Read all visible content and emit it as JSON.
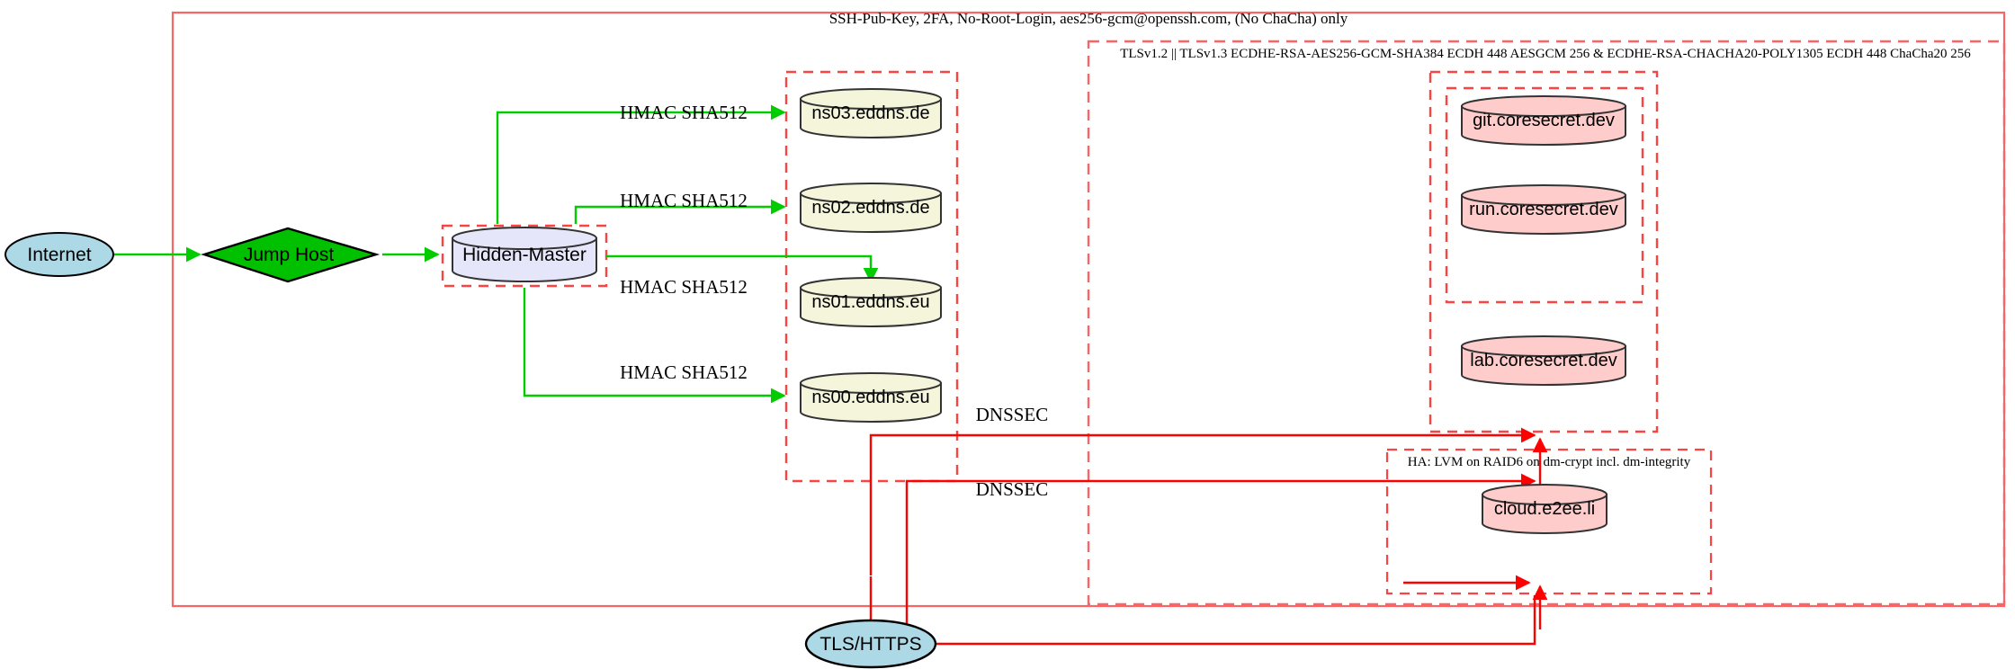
{
  "diagram": {
    "title_note": "SSH-Pub-Key, 2FA, No-Root-Login, aes256-gcm@openssh.com, (No ChaCha) only",
    "tls_note": "TLSv1.2 || TLSv1.3 ECDHE-RSA-AES256-GCM-SHA384 ECDH 448 AESGCM 256 & ECDHE-RSA-CHACHA20-POLY1305 ECDH 448 ChaCha20 256",
    "ha_note": "HA: LVM on RAID6 on dm-crypt incl. dm-integrity",
    "colors": {
      "boundary_red": "#ff3333",
      "boundary_red_soft": "#fa6464",
      "edge_green": "#00cc00",
      "edge_red": "#ff0000",
      "internet_fill": "#add8e6",
      "jumphost_fill": "#00c000",
      "master_fill": "#e6e6fa",
      "dns_fill": "#f5f5dc",
      "service_fill": "#ffcccc",
      "stroke_dark": "#333333"
    },
    "nodes": {
      "internet": "Internet",
      "jump_host": "Jump Host",
      "hidden_master": "Hidden-Master",
      "tls_https": "TLS/HTTPS",
      "ns03": "ns03.eddns.de",
      "ns02": "ns02.eddns.de",
      "ns01": "ns01.eddns.eu",
      "ns00": "ns00.eddns.eu",
      "git": "git.coresecret.dev",
      "run": "run.coresecret.dev",
      "lab": "lab.coresecret.dev",
      "cloud": "cloud.e2ee.li"
    },
    "edge_labels": {
      "hmac_ns03": "HMAC SHA512",
      "hmac_ns02": "HMAC SHA512",
      "hmac_ns01": "HMAC SHA512",
      "hmac_ns00": "HMAC SHA512",
      "dnssec_upper": "DNSSEC",
      "dnssec_lower": "DNSSEC"
    }
  }
}
